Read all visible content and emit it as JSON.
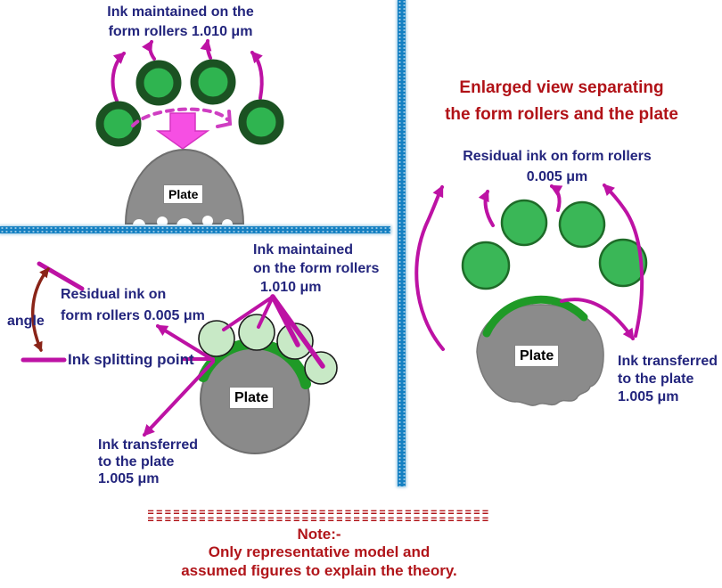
{
  "panels": {
    "top_left": {
      "title_line1": "Ink maintained on the",
      "title_line2": "form rollers 1.010 μm",
      "plate_label": "Plate"
    },
    "bottom_left": {
      "ink_maintained_line1": "Ink maintained",
      "ink_maintained_line2": "on the form rollers",
      "ink_maintained_line3": "1.010 μm",
      "residual_line1": "Residual ink on",
      "residual_line2": "form rollers 0.005 μm",
      "angle_label": "angle",
      "splitting_label": "Ink splitting point",
      "transferred_line1": "Ink transferred",
      "transferred_line2": "to the plate",
      "transferred_line3": "1.005 μm",
      "plate_label": "Plate"
    },
    "right": {
      "title_line1": "Enlarged view separating",
      "title_line2": "the form rollers and the plate",
      "residual_line1": "Residual ink on form rollers",
      "residual_line2": "0.005 μm",
      "transferred_line1": "Ink transferred",
      "transferred_line2": "to the plate",
      "transferred_line3": "1.005 μm",
      "plate_label": "Plate"
    }
  },
  "note": {
    "rule": "========================================",
    "heading": "Note:-",
    "line1": "Only representative model and",
    "line2": "assumed figures to explain the theory."
  },
  "colors": {
    "navy_text": "#23257d",
    "red_title": "#b11217",
    "note_red": "#b1151a",
    "magenta_arrow": "#bd12a4",
    "pink_arrow": "#f64fe3",
    "roller_green": "#2fb450",
    "roller_border_dark_green": "#1b5222",
    "enlarged_roller_green": "#3ab757",
    "pale_roller_green": "#c8e9c6",
    "plate_gray": "#8a8a8a",
    "ink_film_green": "#1f9a27",
    "divider_blue": "#1480c2",
    "angle_arrow_dark_red": "#8a2418"
  }
}
